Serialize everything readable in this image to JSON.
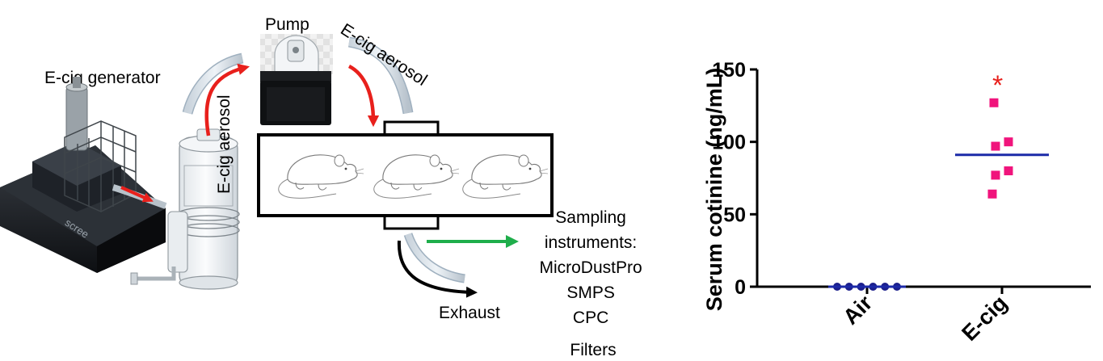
{
  "diagram": {
    "generator_label": "E-cig generator",
    "device_brand": "scree",
    "pump_label": "Pump",
    "aerosol_label_vertical": "E-cig aerosol",
    "aerosol_label_diagonal": "E-cig aerosol",
    "exhaust_label": "Exhaust",
    "sampling_lines": [
      "Sampling",
      "instruments:",
      "MicroDustPro",
      "SMPS",
      "CPC",
      "Filters"
    ],
    "colors": {
      "red_arrow": "#e8201c",
      "green_arrow": "#1fae4b",
      "black_arrow": "#000000"
    }
  },
  "chart_data": {
    "type": "scatter",
    "categories": [
      "Air",
      "E-cig"
    ],
    "ylabel": "Serum cotinine (ng/mL)",
    "ylim": [
      0,
      150
    ],
    "yticks": [
      0,
      50,
      100,
      150
    ],
    "series": [
      {
        "category": "Air",
        "color": "#1c1f8c",
        "values": [
          0,
          0,
          0,
          0,
          0,
          0
        ],
        "mean": 0
      },
      {
        "category": "E-cig",
        "color": "#f0147c",
        "values": [
          127,
          100,
          97,
          80,
          77,
          64
        ],
        "mean": 91
      }
    ],
    "mean_line_color": "#1c2aa8",
    "annotation": {
      "text": "*",
      "category": "E-cig",
      "color": "#e8201c"
    }
  }
}
